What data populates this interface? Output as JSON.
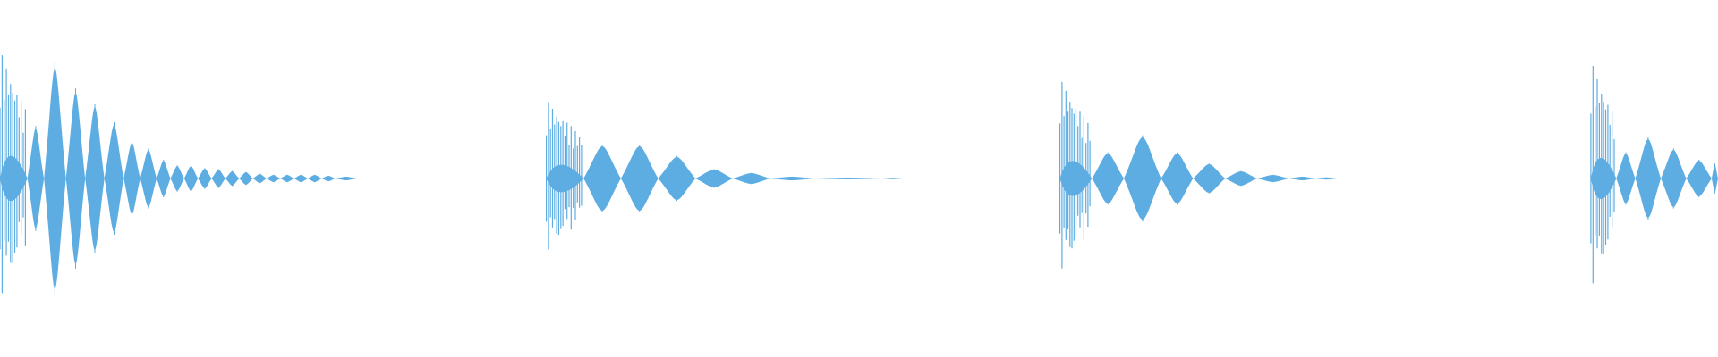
{
  "waveform": {
    "color": "#5DADE2",
    "background": "#FFFFFF",
    "baseline_fraction": 0.5
  },
  "bursts": [
    {
      "lobes": [
        {
          "at": 0.0,
          "amp": 0.72,
          "dense": true
        },
        {
          "at": 0.05,
          "amp": 0.28
        },
        {
          "at": 0.08,
          "amp": 0.62
        },
        {
          "at": 0.12,
          "amp": 0.48
        },
        {
          "at": 0.155,
          "amp": 0.4
        },
        {
          "at": 0.19,
          "amp": 0.3
        },
        {
          "at": 0.225,
          "amp": 0.2
        },
        {
          "at": 0.255,
          "amp": 0.16
        },
        {
          "at": 0.285,
          "amp": 0.1
        },
        {
          "at": 0.31,
          "amp": 0.07
        },
        {
          "at": 0.335,
          "amp": 0.07
        },
        {
          "at": 0.36,
          "amp": 0.055
        },
        {
          "at": 0.385,
          "amp": 0.05
        },
        {
          "at": 0.41,
          "amp": 0.04
        },
        {
          "at": 0.435,
          "amp": 0.035
        },
        {
          "at": 0.46,
          "amp": 0.025
        },
        {
          "at": 0.485,
          "amp": 0.02
        },
        {
          "at": 0.51,
          "amp": 0.02
        },
        {
          "at": 0.535,
          "amp": 0.02
        },
        {
          "at": 0.56,
          "amp": 0.02
        },
        {
          "at": 0.585,
          "amp": 0.015
        },
        {
          "at": 0.61,
          "amp": 0.01
        }
      ],
      "start": 0.0,
      "end": 0.32
    },
    {
      "lobes": [
        {
          "at": 0.0,
          "amp": 0.44,
          "dense": true
        },
        {
          "at": 0.1,
          "amp": 0.18
        },
        {
          "at": 0.2,
          "amp": 0.18
        },
        {
          "at": 0.3,
          "amp": 0.12
        },
        {
          "at": 0.4,
          "amp": 0.05
        },
        {
          "at": 0.5,
          "amp": 0.03
        },
        {
          "at": 0.6,
          "amp": 0.01
        },
        {
          "at": 0.72,
          "amp": 0.005
        },
        {
          "at": 0.9,
          "amp": 0.004
        }
      ],
      "start": 0.318,
      "end": 0.535
    },
    {
      "lobes": [
        {
          "at": 0.0,
          "amp": 0.56,
          "dense": true
        },
        {
          "at": 0.12,
          "amp": 0.14
        },
        {
          "at": 0.24,
          "amp": 0.23
        },
        {
          "at": 0.38,
          "amp": 0.14
        },
        {
          "at": 0.5,
          "amp": 0.08
        },
        {
          "at": 0.62,
          "amp": 0.04
        },
        {
          "at": 0.74,
          "amp": 0.02
        },
        {
          "at": 0.86,
          "amp": 0.01
        },
        {
          "at": 0.96,
          "amp": 0.006
        }
      ],
      "start": 0.617,
      "end": 0.772
    },
    {
      "lobes": [
        {
          "at": 0.0,
          "amp": 0.66,
          "dense": true
        },
        {
          "at": 0.2,
          "amp": 0.14
        },
        {
          "at": 0.35,
          "amp": 0.22
        },
        {
          "at": 0.55,
          "amp": 0.16
        },
        {
          "at": 0.75,
          "amp": 0.1
        },
        {
          "at": 0.95,
          "amp": 0.08
        }
      ],
      "start": 0.926,
      "end": 1.0
    }
  ]
}
